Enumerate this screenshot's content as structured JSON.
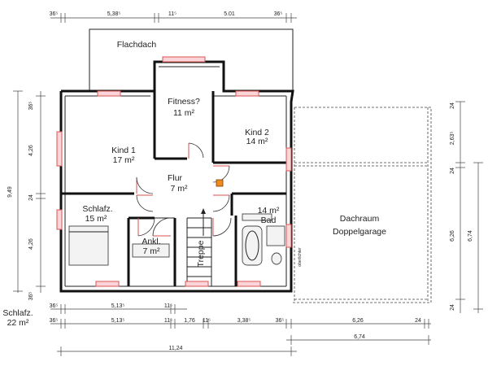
{
  "rooms": {
    "flachdach": {
      "name": "Flachdach"
    },
    "fitness": {
      "name": "Fitness?",
      "area": "11 m²"
    },
    "kind1": {
      "name": "Kind 1",
      "area": "17 m²"
    },
    "kind2": {
      "name": "Kind 2",
      "area": "14 m²"
    },
    "flur": {
      "name": "Flur",
      "area": "7 m²"
    },
    "schlafz": {
      "name": "Schlafz.",
      "area": "15 m²"
    },
    "ankl": {
      "name": "Ankl.",
      "area": "7 m²"
    },
    "treppe": {
      "name": "Treppe"
    },
    "bad": {
      "name": "Bad",
      "area": "14 m²"
    },
    "dachraum": {
      "line1": "Dachraum",
      "line2": "Doppelgarage"
    }
  },
  "outside_label": {
    "name": "Schlafz.",
    "area": "22 m²"
  },
  "oberlichter": "oberlichter",
  "dims": {
    "top": [
      "36⁵",
      "5,38⁵",
      "11⁵",
      "5.01",
      "36⁵"
    ],
    "left": [
      "36⁵",
      "4,26",
      "24",
      "4,26",
      "36⁵"
    ],
    "left_total": "9,49",
    "right": [
      "24",
      "2,63⁵",
      "24",
      "6,26",
      "24"
    ],
    "right_total": "6,74",
    "bottom1": [
      "36⁵",
      "5,13⁵",
      "11⁵"
    ],
    "bottom2": [
      "36⁵",
      "5,13⁵",
      "11⁵",
      "1,76",
      "11⁵",
      "3,38⁵",
      "36⁵",
      "6,26",
      "24"
    ],
    "bottom3": "6,74",
    "bottom4": "11,24"
  },
  "colors": {
    "window": "#d9534f",
    "marker": "#f08a1c"
  }
}
